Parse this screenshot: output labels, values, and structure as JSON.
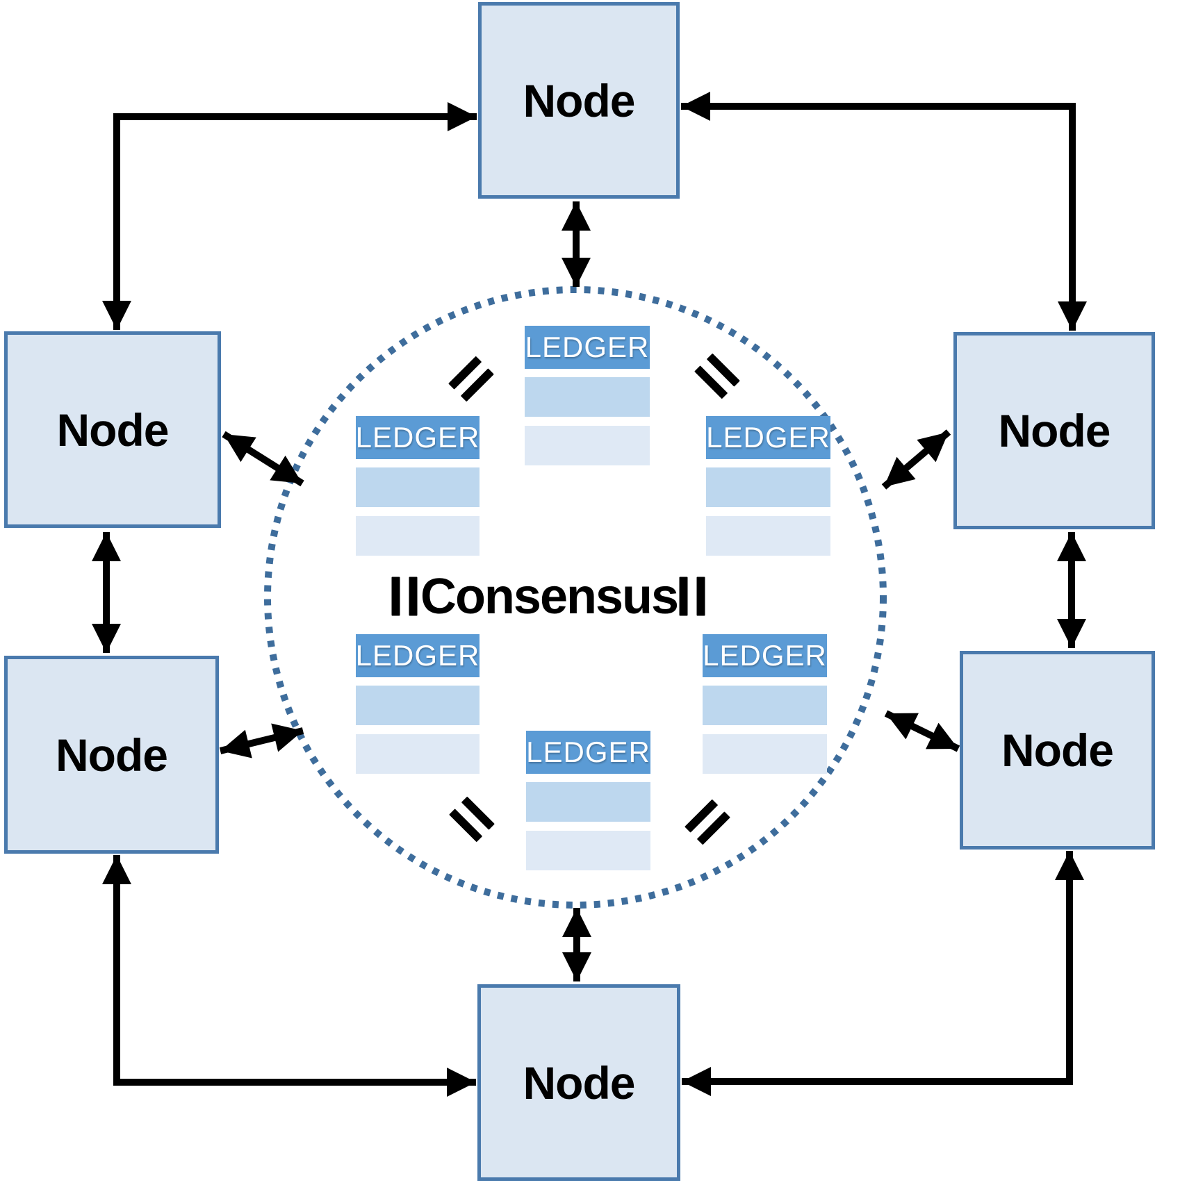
{
  "nodes": {
    "top": {
      "label": "Node"
    },
    "left_upper": {
      "label": "Node"
    },
    "left_lower": {
      "label": "Node"
    },
    "right_upper": {
      "label": "Node"
    },
    "right_lower": {
      "label": "Node"
    },
    "bottom": {
      "label": "Node"
    }
  },
  "consensus": {
    "label": "Consensus"
  },
  "ledgers": {
    "top": {
      "title": "LEDGER",
      "blank_rows": 2
    },
    "left": {
      "title": "LEDGER",
      "blank_rows": 2
    },
    "right": {
      "title": "LEDGER",
      "blank_rows": 2
    },
    "lower_left": {
      "title": "LEDGER",
      "blank_rows": 2
    },
    "lower_right": {
      "title": "LEDGER",
      "blank_rows": 2
    },
    "bottom": {
      "title": "LEDGER",
      "blank_rows": 2
    }
  },
  "icons": {
    "equals": "=",
    "connector": "double-headed-arrow"
  },
  "equals_positions": [
    "upper-left",
    "upper-right",
    "middle-left",
    "middle-right",
    "lower-left",
    "lower-right"
  ],
  "colors": {
    "node_fill": "#dbe6f2",
    "node_border": "#4a7aad",
    "ledger_header": "#5b9bd5",
    "ledger_header_text": "#ffffff",
    "ledger_row_primary": "#bdd7ee",
    "ledger_row_secondary": "#dfe9f5",
    "circle_dot": "#3e6d9c",
    "arrow": "#000000",
    "label_text": "#000000"
  }
}
